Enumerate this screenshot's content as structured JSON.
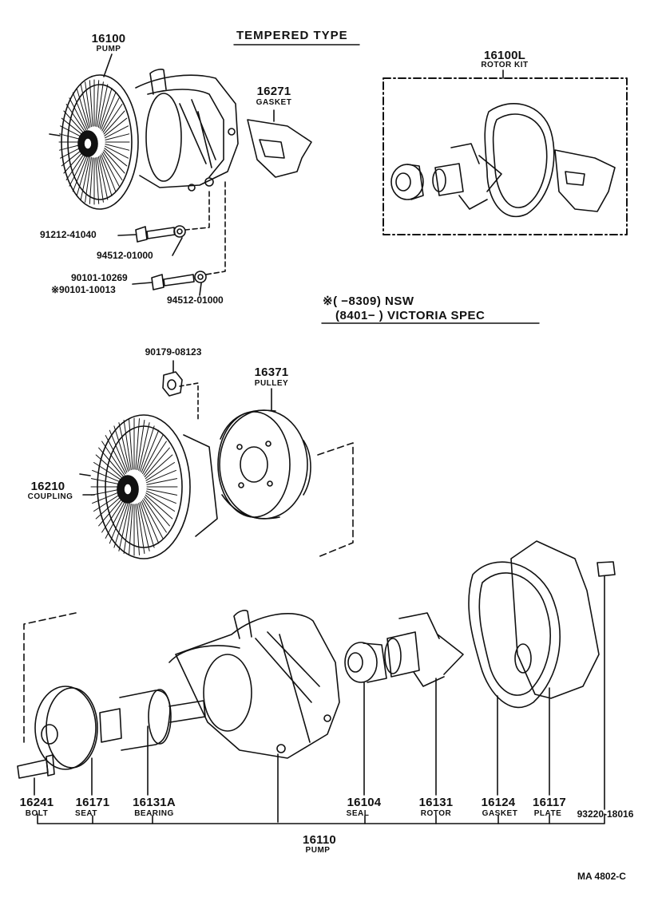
{
  "header": {
    "title": "TEMPERED TYPE"
  },
  "top_pump": {
    "number": "16100",
    "name": "PUMP",
    "gasket_number": "16271",
    "gasket_name": "GASKET",
    "bolt1": "91212-41040",
    "washer1": "94512-01000",
    "bolt2a": "90101-10269",
    "bolt2b": "※90101-10013",
    "washer2": "94512-01000"
  },
  "rotor_kit": {
    "number": "16100L",
    "name": "ROTOR KIT"
  },
  "notes": {
    "line1": "※(      −8309) NSW",
    "line2": "(8401−      ) VICTORIA SPEC"
  },
  "coupling_section": {
    "nut": "90179-08123",
    "pulley_number": "16371",
    "pulley_name": "PULLEY",
    "coupling_number": "16210",
    "coupling_name": "COUPLING"
  },
  "bottom_parts": [
    {
      "number": "16241",
      "name": "BOLT"
    },
    {
      "number": "16171",
      "name": "SEAT"
    },
    {
      "number": "16131A",
      "name": "BEARING"
    },
    {
      "number": "16104",
      "name": "SEAL"
    },
    {
      "number": "16131",
      "name": "ROTOR"
    },
    {
      "number": "16124",
      "name": "GASKET"
    },
    {
      "number": "16117",
      "name": "PLATE"
    },
    {
      "number": "93220-18016",
      "name": ""
    }
  ],
  "bottom_pump": {
    "number": "16110",
    "name": "PUMP"
  },
  "footer": {
    "code": "MA 4802-C"
  },
  "colors": {
    "ink": "#111111",
    "paper": "#ffffff"
  }
}
